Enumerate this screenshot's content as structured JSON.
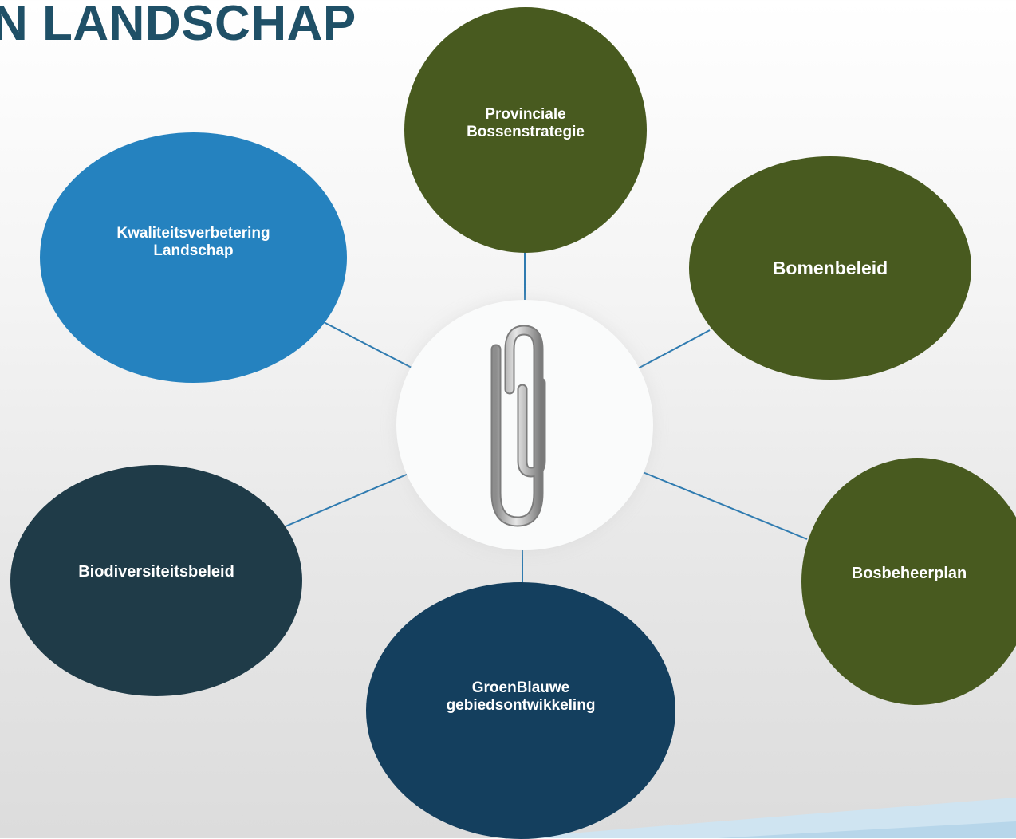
{
  "title": "N LANDSCHAP",
  "colors": {
    "olive": "#485a1f",
    "blue": "#2582bf",
    "dark_teal": "#1f3b48",
    "navy": "#143f5e",
    "connector": "#2f7bb0",
    "title": "#1f5067"
  },
  "center": {
    "icon": "paperclip-icon"
  },
  "nodes": {
    "provinciale": {
      "label": "Provinciale Bossenstrategie"
    },
    "bomenbeleid": {
      "label": "Bomenbeleid"
    },
    "bosbeheerplan": {
      "label": "Bosbeheerplan"
    },
    "groenblauwe": {
      "label": "GroenBlauwe gebiedsontwikkeling"
    },
    "biodiversiteit": {
      "label": "Biodiversiteitsbeleid"
    },
    "kwaliteit": {
      "label": "Kwaliteitsverbetering Landschap"
    }
  }
}
